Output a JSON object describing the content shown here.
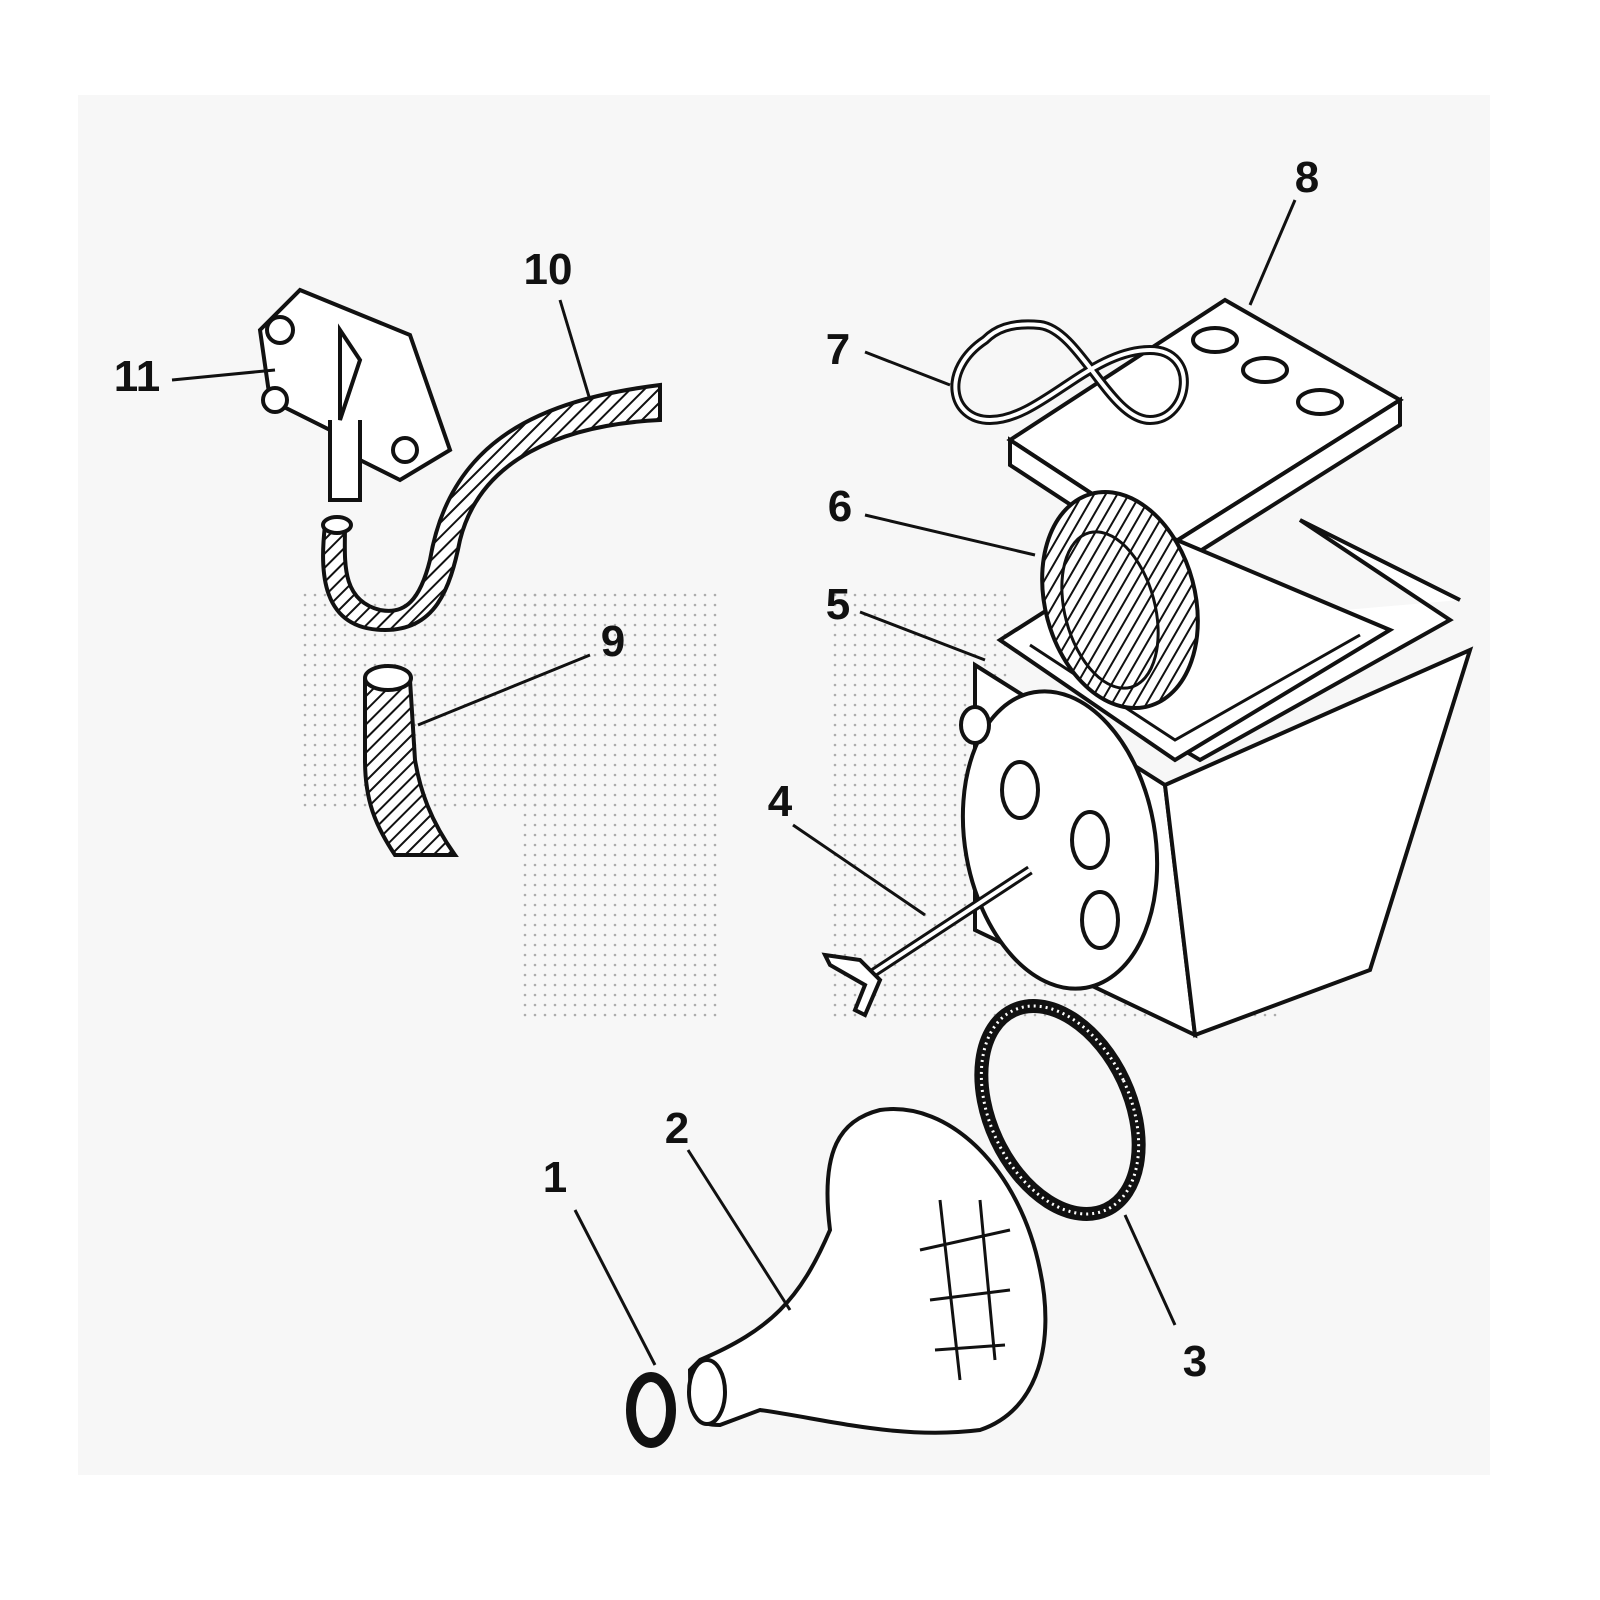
{
  "diagram": {
    "type": "exploded-parts-view",
    "callouts": [
      {
        "number": "1",
        "part": "small-hose-clamp"
      },
      {
        "number": "2",
        "part": "intake-boot"
      },
      {
        "number": "3",
        "part": "large-hose-clamp"
      },
      {
        "number": "4",
        "part": "wing-bolt"
      },
      {
        "number": "5",
        "part": "air-box"
      },
      {
        "number": "6",
        "part": "filter-element"
      },
      {
        "number": "7",
        "part": "retaining-strap"
      },
      {
        "number": "8",
        "part": "air-box-cover"
      },
      {
        "number": "9",
        "part": "breather-hose-short"
      },
      {
        "number": "10",
        "part": "breather-hose-long"
      },
      {
        "number": "11",
        "part": "breather-valve"
      }
    ]
  },
  "colors": {
    "ink": "#111111",
    "panel": "#f7f7f7",
    "background": "#ffffff"
  }
}
